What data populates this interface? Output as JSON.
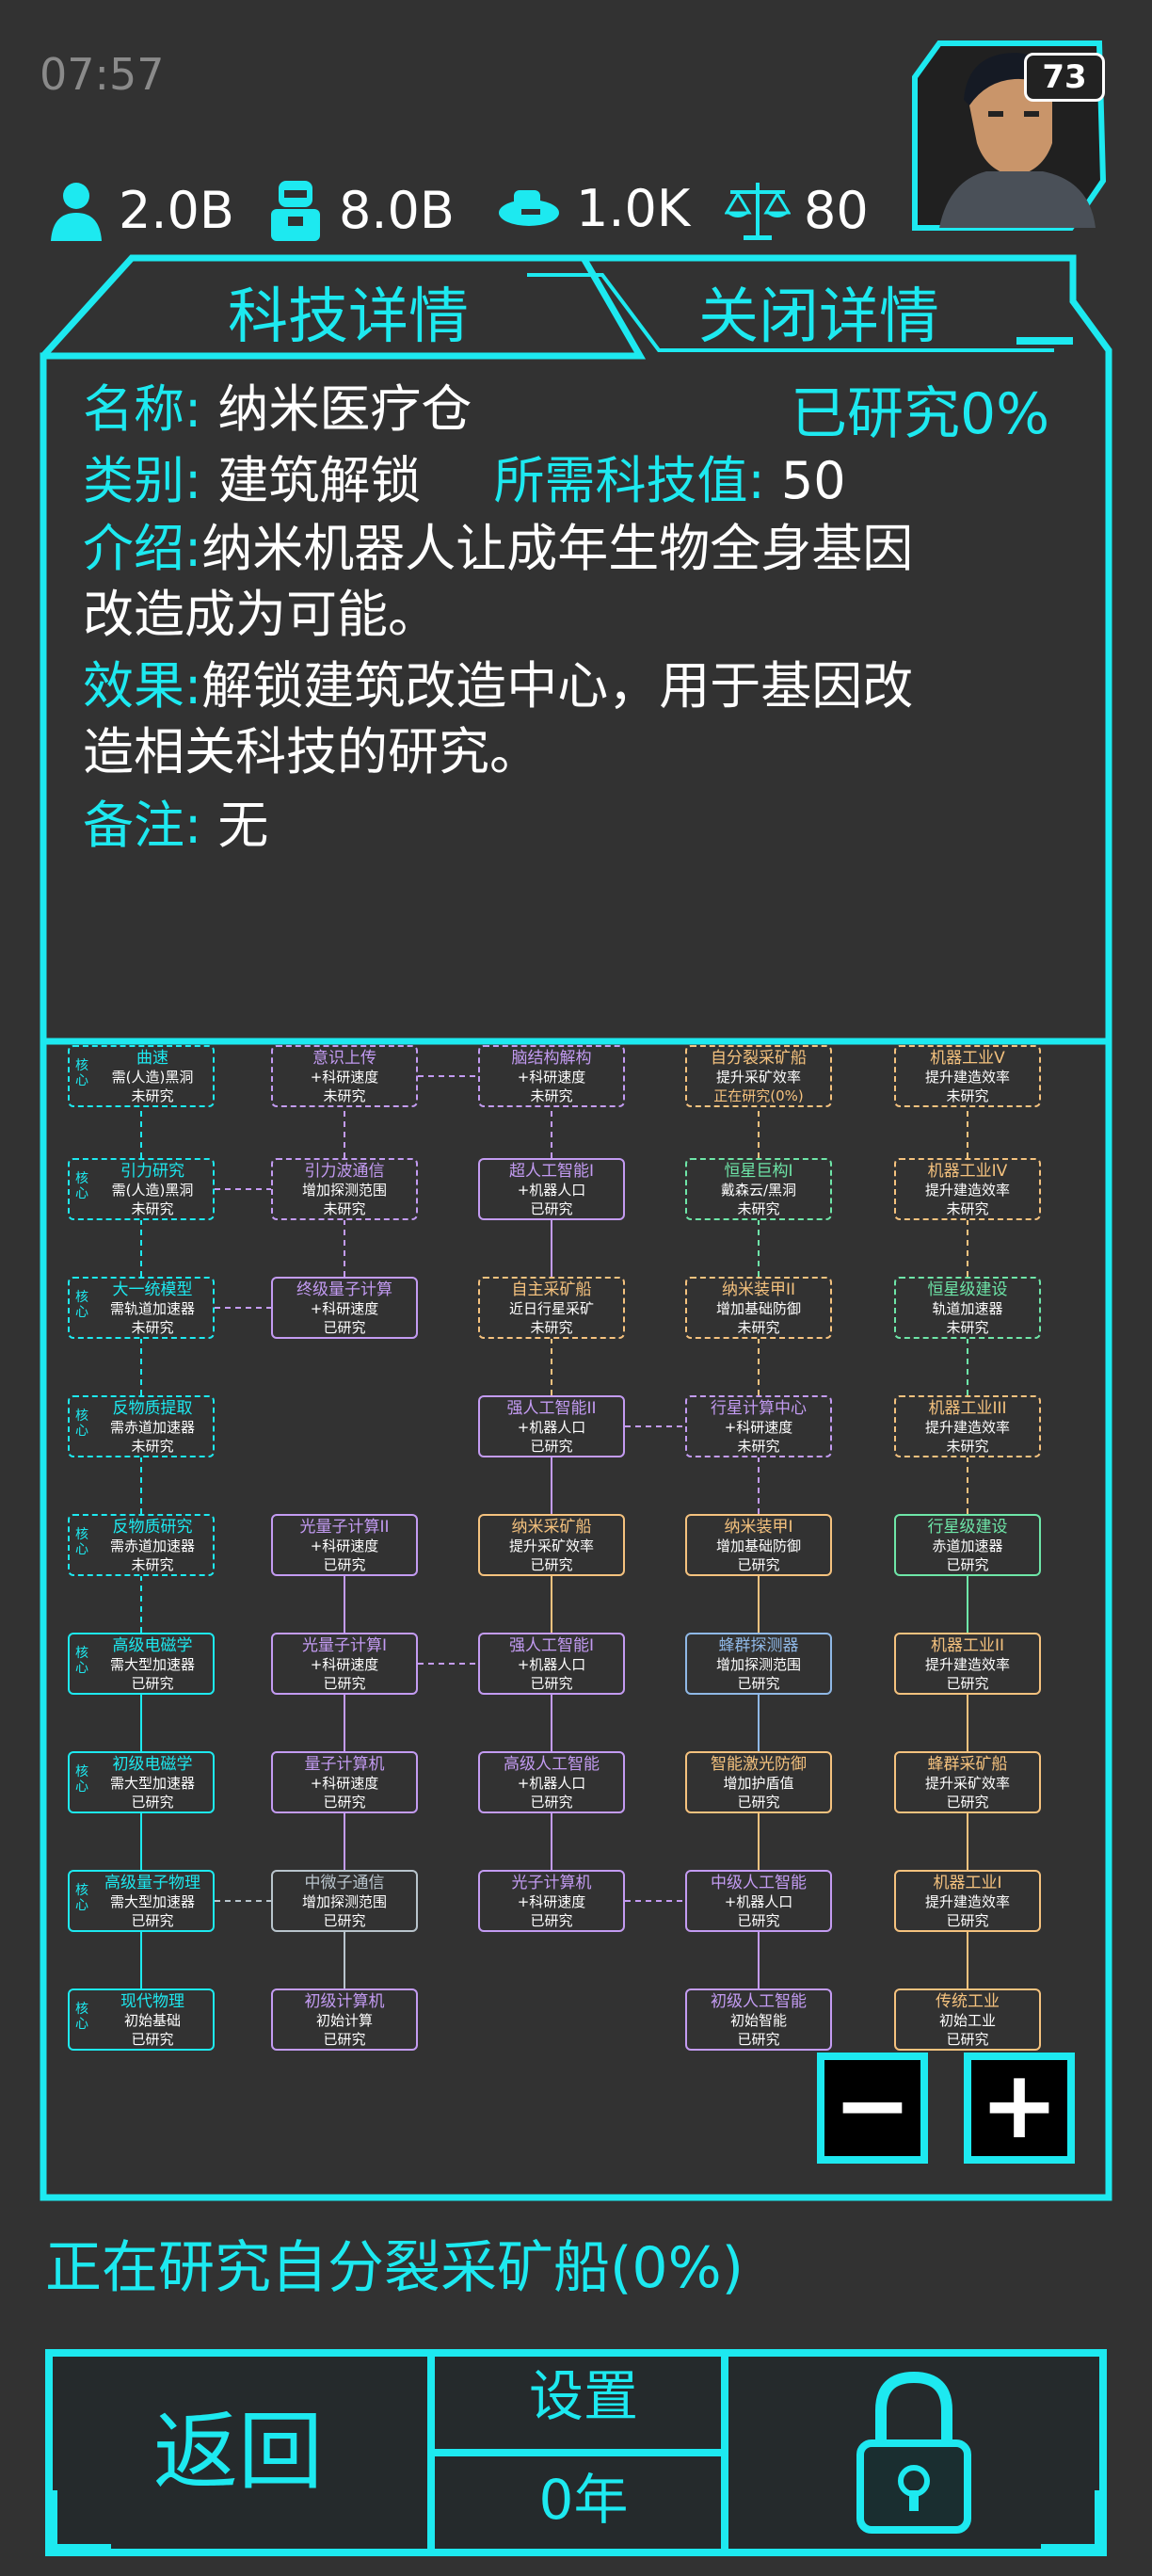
{
  "status_bar": {
    "time": "07:57"
  },
  "resources": [
    {
      "icon": "person-icon",
      "value": "2.0B"
    },
    {
      "icon": "robot-icon",
      "value": "8.0B"
    },
    {
      "icon": "ship-icon",
      "value": "1.0K"
    },
    {
      "icon": "scales-icon",
      "value": "80"
    }
  ],
  "player": {
    "level": "73"
  },
  "tabs": {
    "tech_detail": "科技详情",
    "close_detail": "关闭详情"
  },
  "detail": {
    "name_label": "名称:",
    "name": "纳米医疗仓",
    "progress": "已研究0%",
    "category_label": "类别:",
    "category": "建筑解锁",
    "cost_label": "所需科技值:",
    "cost": "50",
    "intro_label": "介绍:",
    "intro_line1": "纳米机器人让成年生物全身基因",
    "intro_line2": "改造成为可能。",
    "effect_label": "效果:",
    "effect_line1": "解锁建筑改造中心，用于基因改",
    "effect_line2": "造相关科技的研究。",
    "note_label": "备注:",
    "note": "无"
  },
  "colors": {
    "cyan": "#1de9f0",
    "purple": "#c39bf2",
    "orange": "#f5c27e",
    "green": "#6ee6a8",
    "teal": "#1de9f0",
    "blue": "#8fb8e6",
    "gray": "#b8c4cc"
  },
  "core_label": "核心",
  "tree_nodes": [
    {
      "title": "曲速",
      "effect": "需(人造)黑洞",
      "status": "未研究",
      "color": "cyan",
      "solid": false,
      "core": true,
      "col": 0,
      "row": 0
    },
    {
      "title": "意识上传",
      "effect": "+科研速度",
      "status": "未研究",
      "color": "purple",
      "solid": false,
      "core": false,
      "col": 1,
      "row": 0
    },
    {
      "title": "脑结构解构",
      "effect": "+科研速度",
      "status": "未研究",
      "color": "purple",
      "solid": false,
      "core": false,
      "col": 2,
      "row": 0
    },
    {
      "title": "自分裂采矿船",
      "effect": "提升采矿效率",
      "status": "正在研究(0%)",
      "color": "orange",
      "solid": false,
      "core": false,
      "col": 3,
      "row": 0
    },
    {
      "title": "机器工业V",
      "effect": "提升建造效率",
      "status": "未研究",
      "color": "orange",
      "solid": false,
      "core": false,
      "col": 4,
      "row": 0
    },
    {
      "title": "引力研究",
      "effect": "需(人造)黑洞",
      "status": "未研究",
      "color": "cyan",
      "solid": false,
      "core": true,
      "col": 0,
      "row": 1
    },
    {
      "title": "引力波通信",
      "effect": "增加探测范围",
      "status": "未研究",
      "color": "purple",
      "solid": false,
      "core": false,
      "col": 1,
      "row": 1
    },
    {
      "title": "超人工智能I",
      "effect": "+机器人口",
      "status": "已研究",
      "color": "purple",
      "solid": true,
      "core": false,
      "col": 2,
      "row": 1
    },
    {
      "title": "恒星巨构I",
      "effect": "戴森云/黑洞",
      "status": "未研究",
      "color": "green",
      "solid": false,
      "core": false,
      "col": 3,
      "row": 1
    },
    {
      "title": "机器工业IV",
      "effect": "提升建造效率",
      "status": "未研究",
      "color": "orange",
      "solid": false,
      "core": false,
      "col": 4,
      "row": 1
    },
    {
      "title": "大一统模型",
      "effect": "需轨道加速器",
      "status": "未研究",
      "color": "cyan",
      "solid": false,
      "core": true,
      "col": 0,
      "row": 2
    },
    {
      "title": "终级量子计算",
      "effect": "+科研速度",
      "status": "已研究",
      "color": "purple",
      "solid": true,
      "core": false,
      "col": 1,
      "row": 2
    },
    {
      "title": "自主采矿船",
      "effect": "近日行星采矿",
      "status": "未研究",
      "color": "orange",
      "solid": false,
      "core": false,
      "col": 2,
      "row": 2
    },
    {
      "title": "纳米装甲II",
      "effect": "增加基础防御",
      "status": "未研究",
      "color": "orange",
      "solid": false,
      "core": false,
      "col": 3,
      "row": 2
    },
    {
      "title": "恒星级建设",
      "effect": "轨道加速器",
      "status": "未研究",
      "color": "green",
      "solid": false,
      "core": false,
      "col": 4,
      "row": 2
    },
    {
      "title": "反物质提取",
      "effect": "需赤道加速器",
      "status": "未研究",
      "color": "cyan",
      "solid": false,
      "core": true,
      "col": 0,
      "row": 3
    },
    {
      "title": "强人工智能II",
      "effect": "+机器人口",
      "status": "已研究",
      "color": "purple",
      "solid": true,
      "core": false,
      "col": 2,
      "row": 3
    },
    {
      "title": "行星计算中心",
      "effect": "+科研速度",
      "status": "未研究",
      "color": "purple",
      "solid": false,
      "core": false,
      "col": 3,
      "row": 3
    },
    {
      "title": "机器工业III",
      "effect": "提升建造效率",
      "status": "未研究",
      "color": "orange",
      "solid": false,
      "core": false,
      "col": 4,
      "row": 3
    },
    {
      "title": "反物质研究",
      "effect": "需赤道加速器",
      "status": "未研究",
      "color": "cyan",
      "solid": false,
      "core": true,
      "col": 0,
      "row": 4
    },
    {
      "title": "光量子计算II",
      "effect": "+科研速度",
      "status": "已研究",
      "color": "purple",
      "solid": true,
      "core": false,
      "col": 1,
      "row": 4
    },
    {
      "title": "纳米采矿船",
      "effect": "提升采矿效率",
      "status": "已研究",
      "color": "orange",
      "solid": true,
      "core": false,
      "col": 2,
      "row": 4
    },
    {
      "title": "纳米装甲I",
      "effect": "增加基础防御",
      "status": "已研究",
      "color": "orange",
      "solid": true,
      "core": false,
      "col": 3,
      "row": 4
    },
    {
      "title": "行星级建设",
      "effect": "赤道加速器",
      "status": "已研究",
      "color": "green",
      "solid": true,
      "core": false,
      "col": 4,
      "row": 4
    },
    {
      "title": "高级电磁学",
      "effect": "需大型加速器",
      "status": "已研究",
      "color": "cyan",
      "solid": true,
      "core": true,
      "col": 0,
      "row": 5
    },
    {
      "title": "光量子计算I",
      "effect": "+科研速度",
      "status": "已研究",
      "color": "purple",
      "solid": true,
      "core": false,
      "col": 1,
      "row": 5
    },
    {
      "title": "强人工智能I",
      "effect": "+机器人口",
      "status": "已研究",
      "color": "purple",
      "solid": true,
      "core": false,
      "col": 2,
      "row": 5
    },
    {
      "title": "蜂群探测器",
      "effect": "增加探测范围",
      "status": "已研究",
      "color": "blue",
      "solid": true,
      "core": false,
      "col": 3,
      "row": 5
    },
    {
      "title": "机器工业II",
      "effect": "提升建造效率",
      "status": "已研究",
      "color": "orange",
      "solid": true,
      "core": false,
      "col": 4,
      "row": 5
    },
    {
      "title": "初级电磁学",
      "effect": "需大型加速器",
      "status": "已研究",
      "color": "cyan",
      "solid": true,
      "core": true,
      "col": 0,
      "row": 6
    },
    {
      "title": "量子计算机",
      "effect": "+科研速度",
      "status": "已研究",
      "color": "purple",
      "solid": true,
      "core": false,
      "col": 1,
      "row": 6
    },
    {
      "title": "高级人工智能",
      "effect": "+机器人口",
      "status": "已研究",
      "color": "purple",
      "solid": true,
      "core": false,
      "col": 2,
      "row": 6
    },
    {
      "title": "智能激光防御",
      "effect": "增加护盾值",
      "status": "已研究",
      "color": "orange",
      "solid": true,
      "core": false,
      "col": 3,
      "row": 6
    },
    {
      "title": "蜂群采矿船",
      "effect": "提升采矿效率",
      "status": "已研究",
      "color": "orange",
      "solid": true,
      "core": false,
      "col": 4,
      "row": 6
    },
    {
      "title": "高级量子物理",
      "effect": "需大型加速器",
      "status": "已研究",
      "color": "cyan",
      "solid": true,
      "core": true,
      "col": 0,
      "row": 7
    },
    {
      "title": "中微子通信",
      "effect": "增加探测范围",
      "status": "已研究",
      "color": "gray",
      "solid": true,
      "core": false,
      "col": 1,
      "row": 7
    },
    {
      "title": "光子计算机",
      "effect": "+科研速度",
      "status": "已研究",
      "color": "purple",
      "solid": true,
      "core": false,
      "col": 2,
      "row": 7
    },
    {
      "title": "中级人工智能",
      "effect": "+机器人口",
      "status": "已研究",
      "color": "purple",
      "solid": true,
      "core": false,
      "col": 3,
      "row": 7
    },
    {
      "title": "机器工业I",
      "effect": "提升建造效率",
      "status": "已研究",
      "color": "orange",
      "solid": true,
      "core": false,
      "col": 4,
      "row": 7
    },
    {
      "title": "现代物理",
      "effect": "初始基础",
      "status": "已研究",
      "color": "cyan",
      "solid": true,
      "core": true,
      "col": 0,
      "row": 8
    },
    {
      "title": "初级计算机",
      "effect": "初始计算",
      "status": "已研究",
      "color": "purple",
      "solid": true,
      "core": false,
      "col": 1,
      "row": 8
    },
    {
      "title": "初级人工智能",
      "effect": "初始智能",
      "status": "已研究",
      "color": "purple",
      "solid": true,
      "core": false,
      "col": 3,
      "row": 8
    },
    {
      "title": "传统工业",
      "effect": "初始工业",
      "status": "已研究",
      "color": "orange",
      "solid": true,
      "core": false,
      "col": 4,
      "row": 8
    }
  ],
  "zoom": {
    "minus": "−",
    "plus": "+"
  },
  "researching": "正在研究自分裂采矿船(0%)",
  "bottom": {
    "back": "返回",
    "settings": "设置",
    "year": "0年"
  }
}
